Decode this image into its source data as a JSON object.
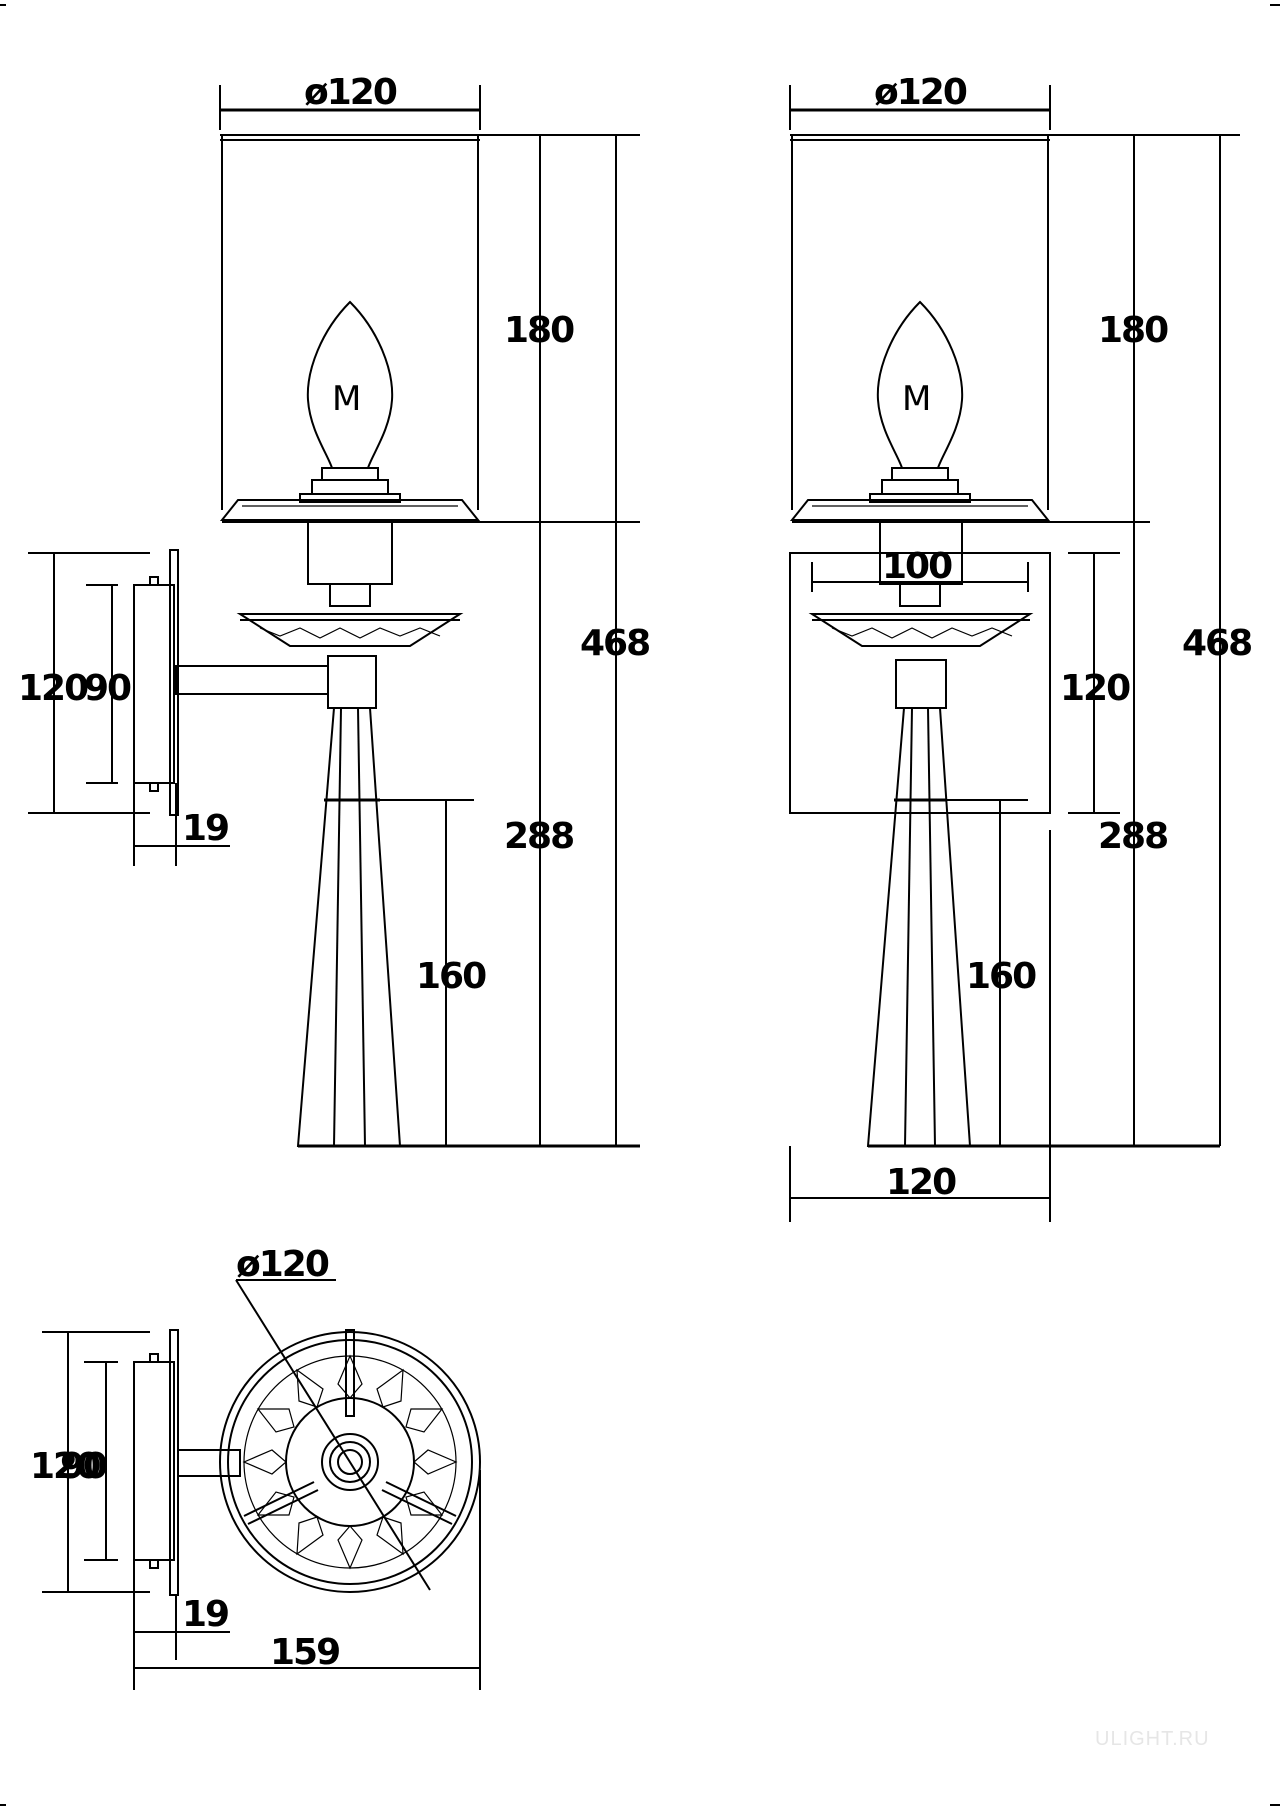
{
  "side_view": {
    "shade_diameter": "ø120",
    "shade_height": "180",
    "total_height": "468",
    "lower_height": "288",
    "base_height": "160",
    "plate_height": "120",
    "plate_inner": "90",
    "plate_depth": "19",
    "bulb_mark": "M"
  },
  "front_view": {
    "shade_diameter": "ø120",
    "shade_height": "180",
    "total_height": "468",
    "lower_height": "288",
    "base_height": "160",
    "plate_width": "100",
    "plate_height": "120",
    "base_width": "120",
    "bulb_mark": "M"
  },
  "top_view": {
    "diameter": "ø120",
    "plate_height": "120",
    "plate_inner": "90",
    "plate_depth": "19",
    "total_depth": "159"
  },
  "watermark": "ULIGHT.RU"
}
